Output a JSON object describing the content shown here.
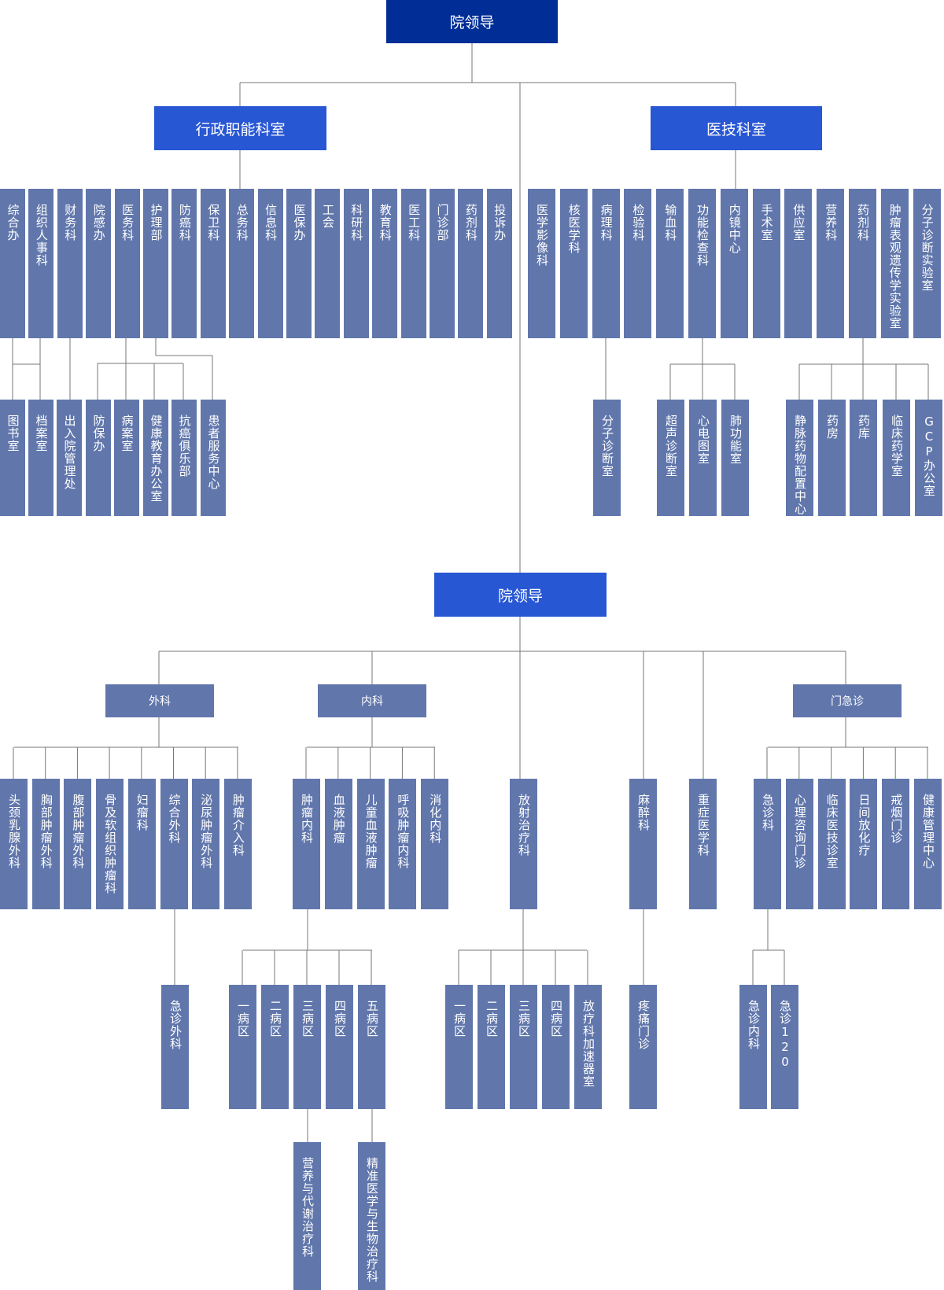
{
  "colors": {
    "top": "#002e96",
    "section": "#2857d4",
    "node": "#6177ac",
    "line": "#777777"
  },
  "part1": {
    "root": "院领导",
    "admin": {
      "title": "行政职能科室",
      "items": [
        "综合办",
        "组织人事科",
        "财务科",
        "院感办",
        "医务科",
        "护理部",
        "防癌科",
        "保卫科",
        "总务科",
        "信息科",
        "医保办",
        "工会",
        "科研科",
        "教育科",
        "医工科",
        "门诊部",
        "药剂科",
        "投诉办"
      ],
      "sub": [
        "图书室",
        "档案室",
        "出入院管理处",
        "防保办",
        "病案室",
        "健康教育办公室",
        "抗癌俱乐部",
        "患者服务中心"
      ]
    },
    "tech": {
      "title": "医技科室",
      "items": [
        "医学影像科",
        "核医学科",
        "病理科",
        "检验科",
        "输血科",
        "功能检查科",
        "内镜中心",
        "手术室",
        "供应室",
        "营养科",
        "药剂科",
        "肿瘤表观遗传学实验室",
        "分子诊断实验室"
      ],
      "sub": [
        "分子诊断室",
        "超声诊断室",
        "心电图室",
        "肺功能室",
        "静脉药物配置中心",
        "药房",
        "药库",
        "临床药学室",
        "GCP办公室"
      ]
    }
  },
  "part2": {
    "root": "院领导",
    "surgery": {
      "title": "外科",
      "items": [
        "头颈乳腺外科",
        "胸部肿瘤外科",
        "腹部肿瘤外科",
        "骨及软组织肿瘤科",
        "妇瘤科",
        "综合外科",
        "泌尿肿瘤外科",
        "肿瘤介入科"
      ],
      "sub": [
        "急诊外科"
      ]
    },
    "internal": {
      "title": "内科",
      "items": [
        "肿瘤内科",
        "血液肿瘤",
        "儿童血液肿瘤",
        "呼吸肿瘤内科",
        "消化内科"
      ],
      "wards": [
        "一病区",
        "二病区",
        "三病区",
        "四病区",
        "五病区"
      ],
      "sub3": [
        "营养与代谢治疗科",
        "精准医学与生物治疗科"
      ]
    },
    "radiation": {
      "title": "放射治疗科",
      "wards": [
        "一病区",
        "二病区",
        "三病区",
        "四病区",
        "放疗科加速器室"
      ]
    },
    "anesthesia": {
      "title": "麻醉科",
      "sub": [
        "疼痛门诊"
      ]
    },
    "icu": {
      "title": "重症医学科"
    },
    "emergency": {
      "title": "门急诊",
      "items": [
        "急诊科",
        "心理咨询门诊",
        "临床医技诊室",
        "日间放化疗",
        "戒烟门诊",
        "健康管理中心"
      ],
      "sub": [
        "急诊内科",
        "急诊120"
      ]
    }
  }
}
